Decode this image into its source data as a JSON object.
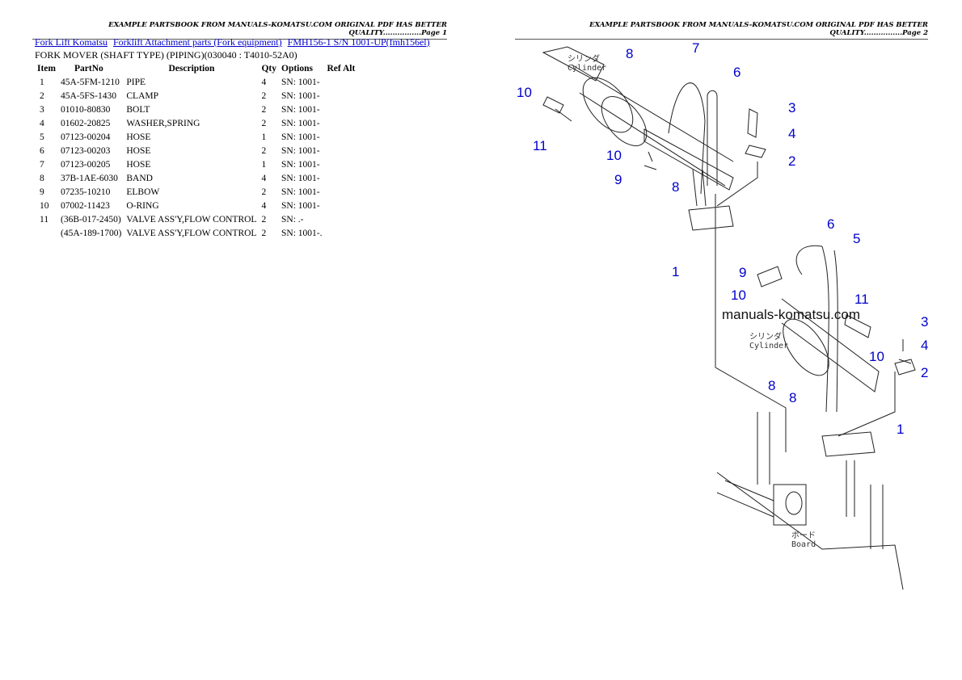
{
  "header": {
    "page1": "EXAMPLE PARTSBOOK FROM MANUALS-KOMATSU.COM ORIGINAL PDF HAS BETTER QUALITY................Page 1",
    "page2": "EXAMPLE PARTSBOOK FROM MANUALS-KOMATSU.COM ORIGINAL PDF HAS BETTER QUALITY................Page 2"
  },
  "breadcrumb": [
    "Fork Lift Komatsu",
    "Forklift Attachment parts (Fork equipment)",
    "FMH156-1 S/N 1001-UP(fmh156el)"
  ],
  "subtitle": "FORK MOVER (SHAFT TYPE) (PIPING)(030040 : T4010-52A0)",
  "table": {
    "columns": [
      "Item",
      "PartNo",
      "Description",
      "Qty",
      "Options",
      "Ref Alt"
    ],
    "rows": [
      [
        "1",
        "45A-5FM-1210",
        "PIPE",
        "4",
        "SN: 1001-",
        ""
      ],
      [
        "2",
        "45A-5FS-1430",
        "CLAMP",
        "2",
        "SN: 1001-",
        ""
      ],
      [
        "3",
        "01010-80830",
        "BOLT",
        "2",
        "SN: 1001-",
        ""
      ],
      [
        "4",
        "01602-20825",
        "WASHER,SPRING",
        "2",
        "SN: 1001-",
        ""
      ],
      [
        "5",
        "07123-00204",
        "HOSE",
        "1",
        "SN: 1001-",
        ""
      ],
      [
        "6",
        "07123-00203",
        "HOSE",
        "2",
        "SN: 1001-",
        ""
      ],
      [
        "7",
        "07123-00205",
        "HOSE",
        "1",
        "SN: 1001-",
        ""
      ],
      [
        "8",
        "37B-1AE-6030",
        "BAND",
        "4",
        "SN: 1001-",
        ""
      ],
      [
        "9",
        "07235-10210",
        "ELBOW",
        "2",
        "SN: 1001-",
        ""
      ],
      [
        "10",
        "07002-11423",
        "O-RING",
        "4",
        "SN: 1001-",
        ""
      ],
      [
        "11",
        "(36B-017-2450)",
        "VALVE ASS'Y,FLOW CONTROL",
        "2",
        "SN: .-",
        ""
      ],
      [
        "",
        "(45A-189-1700)",
        "VALVE ASS'Y,FLOW CONTROL",
        "2",
        "SN: 1001-.",
        ""
      ]
    ]
  },
  "diagram": {
    "callouts": [
      "8",
      "7",
      "6",
      "10",
      "11",
      "10",
      "9",
      "8",
      "3",
      "4",
      "2",
      "1",
      "6",
      "5",
      "9",
      "10",
      "11",
      "10",
      "3",
      "4",
      "2",
      "8",
      "8",
      "1"
    ],
    "cylinder_label": "シリンダ\nCylinder",
    "board_label": "ボード\nBoard",
    "watermark": "manuals-komatsu.com"
  }
}
